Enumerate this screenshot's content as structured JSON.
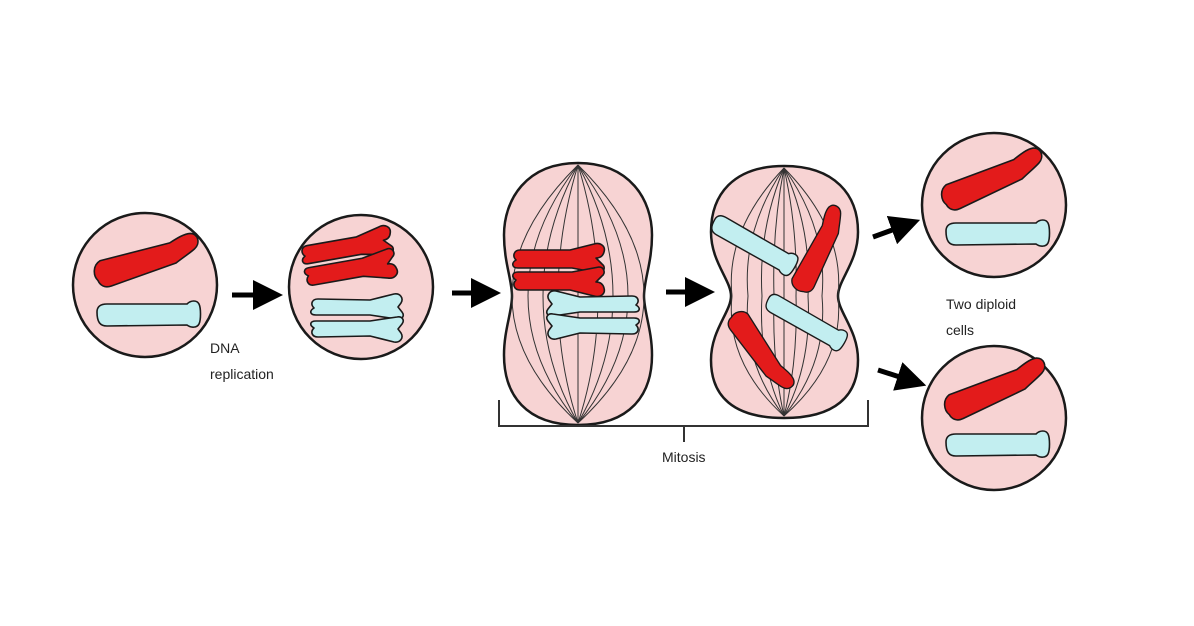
{
  "labels": {
    "dna_replication_line1": "DNA",
    "dna_replication_line2": "replication",
    "mitosis": "Mitosis",
    "two_diploid_line1": "Two diploid",
    "two_diploid_line2": "cells"
  },
  "colors": {
    "cytoplasm": "#f7d3d3",
    "red_chromosome": "#e31b1b",
    "blue_chromosome": "#c2eef0",
    "outline": "#1a1a1a"
  }
}
